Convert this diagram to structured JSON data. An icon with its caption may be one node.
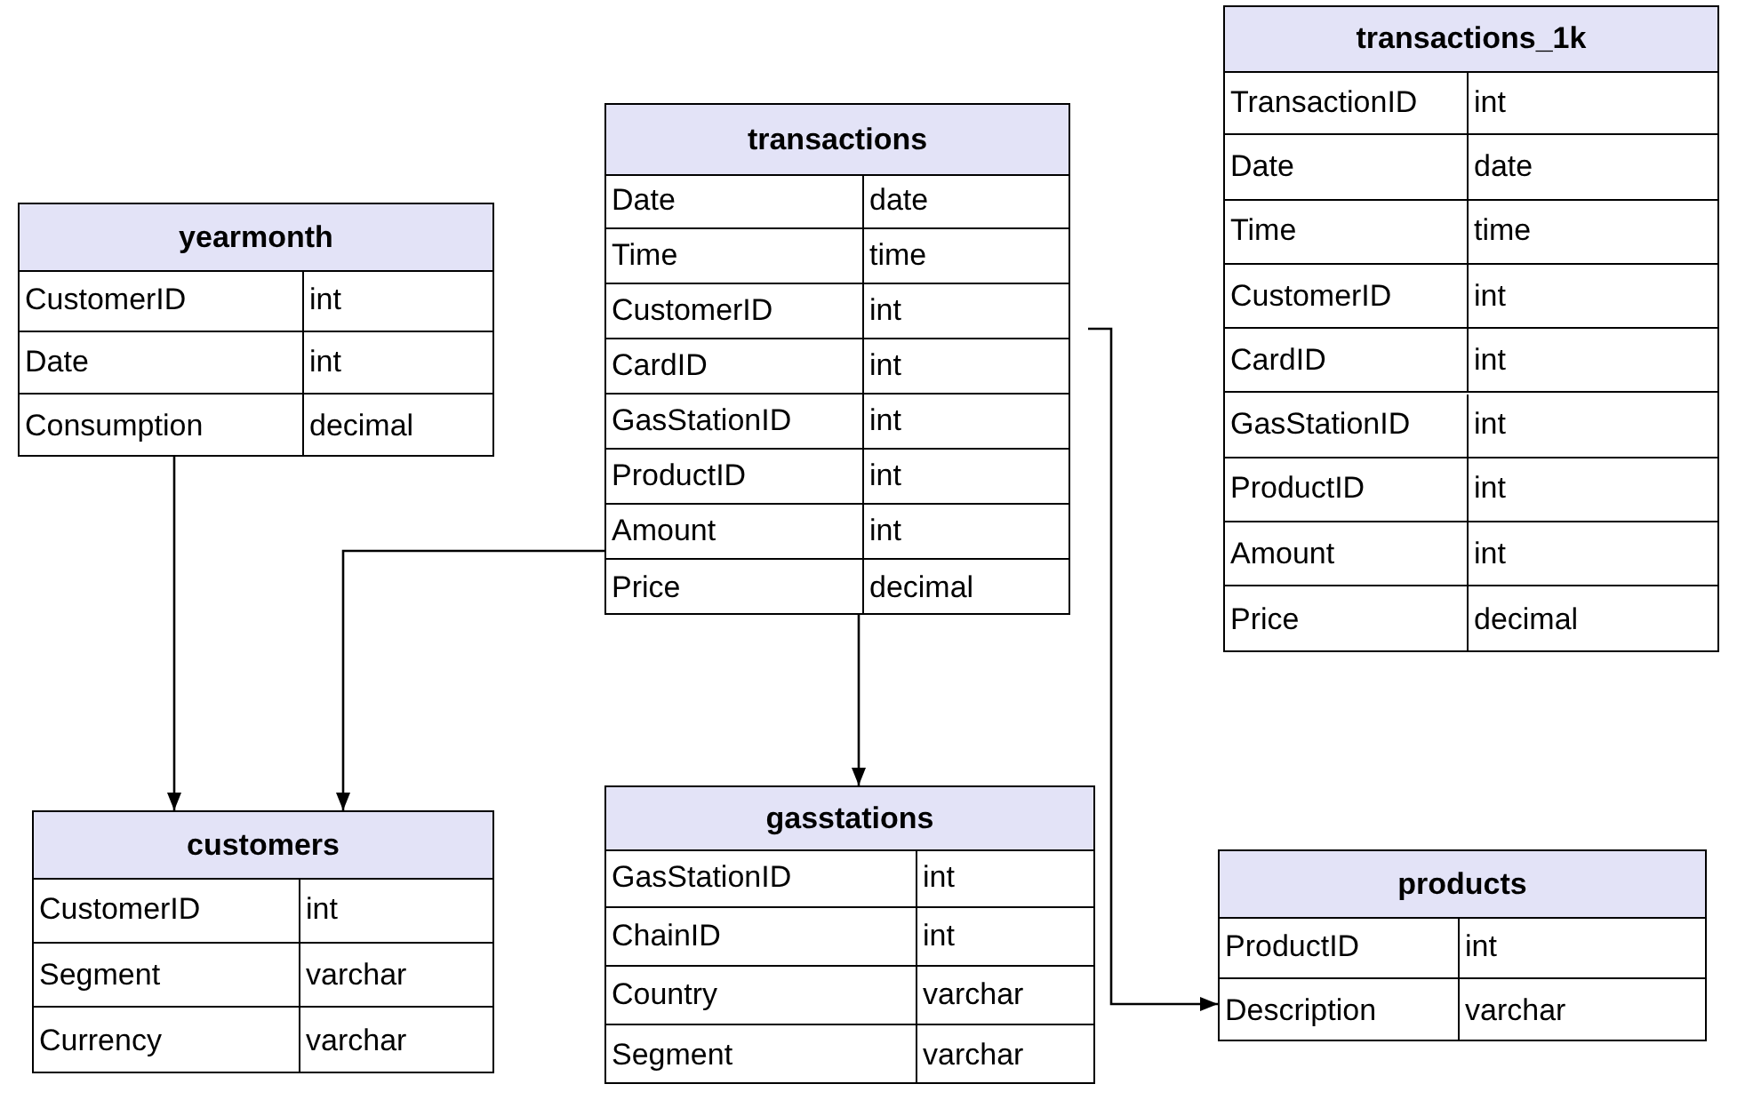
{
  "diagram": {
    "nodes": [
      {
        "text": [
          "transactions",
          "Date",
          "date",
          "Time",
          "time",
          "CustomerID",
          "int",
          "CardID",
          "int",
          "GasStationID",
          "int",
          "ProductID",
          "int",
          "Amount",
          "int",
          "Price",
          "decimal"
        ]
      },
      {
        "text": [
          "transactions_1k",
          "TransactionID",
          "int",
          "Date",
          "date",
          "Time",
          "time",
          "CustomerID",
          "int",
          "CardID",
          "int",
          "GasStationID",
          "int",
          "ProductID",
          "int",
          "Amount",
          "int",
          "Price",
          "decimal"
        ]
      },
      {
        "text": [
          "yearmonth",
          "CustomerID",
          "int",
          "Date",
          "int",
          "Consumption",
          "decimal"
        ]
      },
      {
        "text": [
          "customers",
          "CustomerID",
          "int",
          "Segment",
          "varchar",
          "Currency",
          "varchar"
        ]
      },
      {
        "text": [
          "gasstations",
          "GasStationID",
          "int",
          "ChainID",
          "int",
          "Country",
          "varchar",
          "Segment",
          "varchar"
        ]
      },
      {
        "text": [
          "products",
          "ProductID",
          "int",
          "Description",
          "varchar"
        ]
      }
    ],
    "edges": [
      {
        "from": 2,
        "to": 3,
        "arrow": "to"
      },
      {
        "from": 0,
        "to": 3,
        "arrow": "to"
      },
      {
        "from": 0,
        "to": 4,
        "arrow": "to"
      },
      {
        "from": 0,
        "to": 5,
        "arrow": "to"
      }
    ]
  }
}
